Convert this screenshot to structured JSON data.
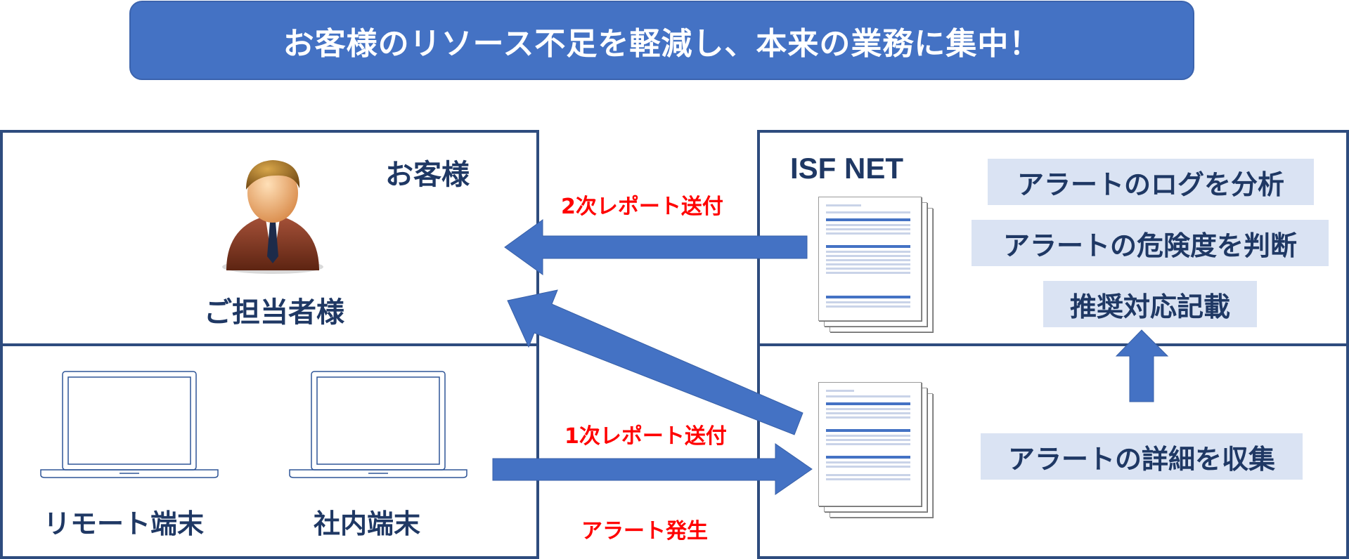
{
  "banner": {
    "title": "お客様のリソース不足を軽減し、本来の業務に集中！"
  },
  "customer": {
    "heading": "お客様",
    "person_label": "ご担当者様",
    "remote_label": "リモート端末",
    "office_label": "社内端末"
  },
  "isf": {
    "heading": "ISF NET",
    "tag_analyze": "アラートのログを分析",
    "tag_judge": "アラートの危険度を判断",
    "tag_recommend": "推奨対応記載",
    "tag_collect": "アラートの詳細を収集"
  },
  "flows": {
    "second_report": "2次レポート送付",
    "first_report": "1次レポート送付",
    "alert_occurs": "アラート発生"
  },
  "colors": {
    "banner": "#4472c4",
    "arrow": "#4472c4",
    "border": "#2e4c7e",
    "tag_bg": "#dae3f3",
    "text_navy": "#1f3864",
    "text_red": "#ff0000"
  },
  "icons": [
    "person-icon",
    "laptop-icon",
    "report-document-icon",
    "arrow-left-icon",
    "arrow-right-icon",
    "arrow-up-icon"
  ]
}
